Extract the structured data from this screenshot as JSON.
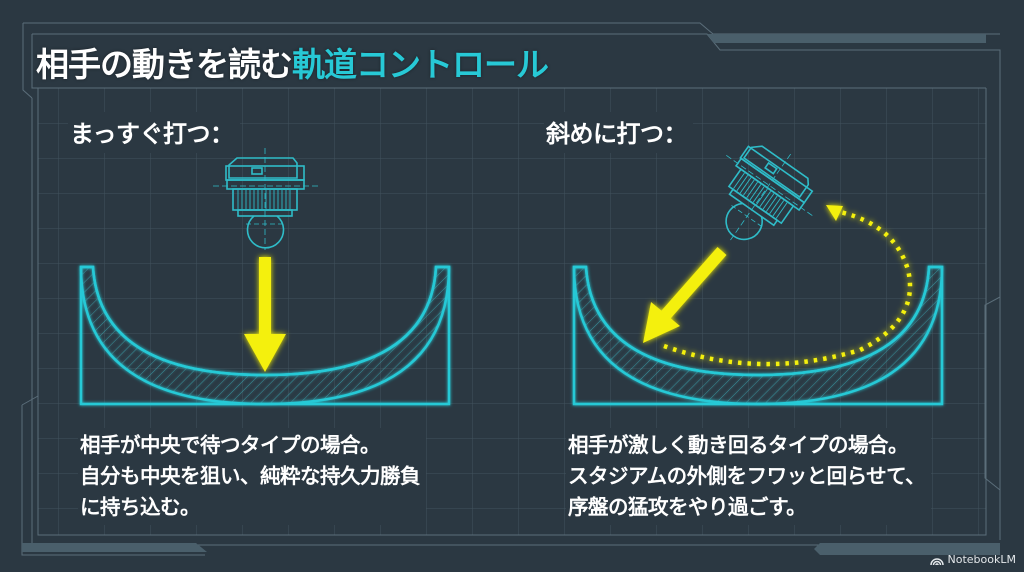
{
  "title": {
    "main": "相手の動きを読む",
    "accent": "軌道コントロール"
  },
  "panels": [
    {
      "heading": "まっすぐ打つ：",
      "diagram": "straight-launch",
      "description": [
        "相手が中央で待つタイプの場合。",
        "自分も中央を狙い、純粋な持久力勝負",
        "に持ち込む。"
      ]
    },
    {
      "heading": "斜めに打つ：",
      "diagram": "angled-launch",
      "description": [
        "相手が激しく動き回るタイプの場合。",
        "スタジアムの外側をフワッと回らせて、",
        "序盤の猛攻をやり過ごす。"
      ]
    }
  ],
  "watermark": {
    "icon": "notebooklm-logo-icon",
    "label": "NotebookLM"
  },
  "colors": {
    "background": "#2b3842",
    "accent_cyan": "#27c9d6",
    "arrow_yellow": "#f4f00c",
    "grid": "#3c4a55",
    "frame": "#5a6d79",
    "text": "#ffffff"
  }
}
